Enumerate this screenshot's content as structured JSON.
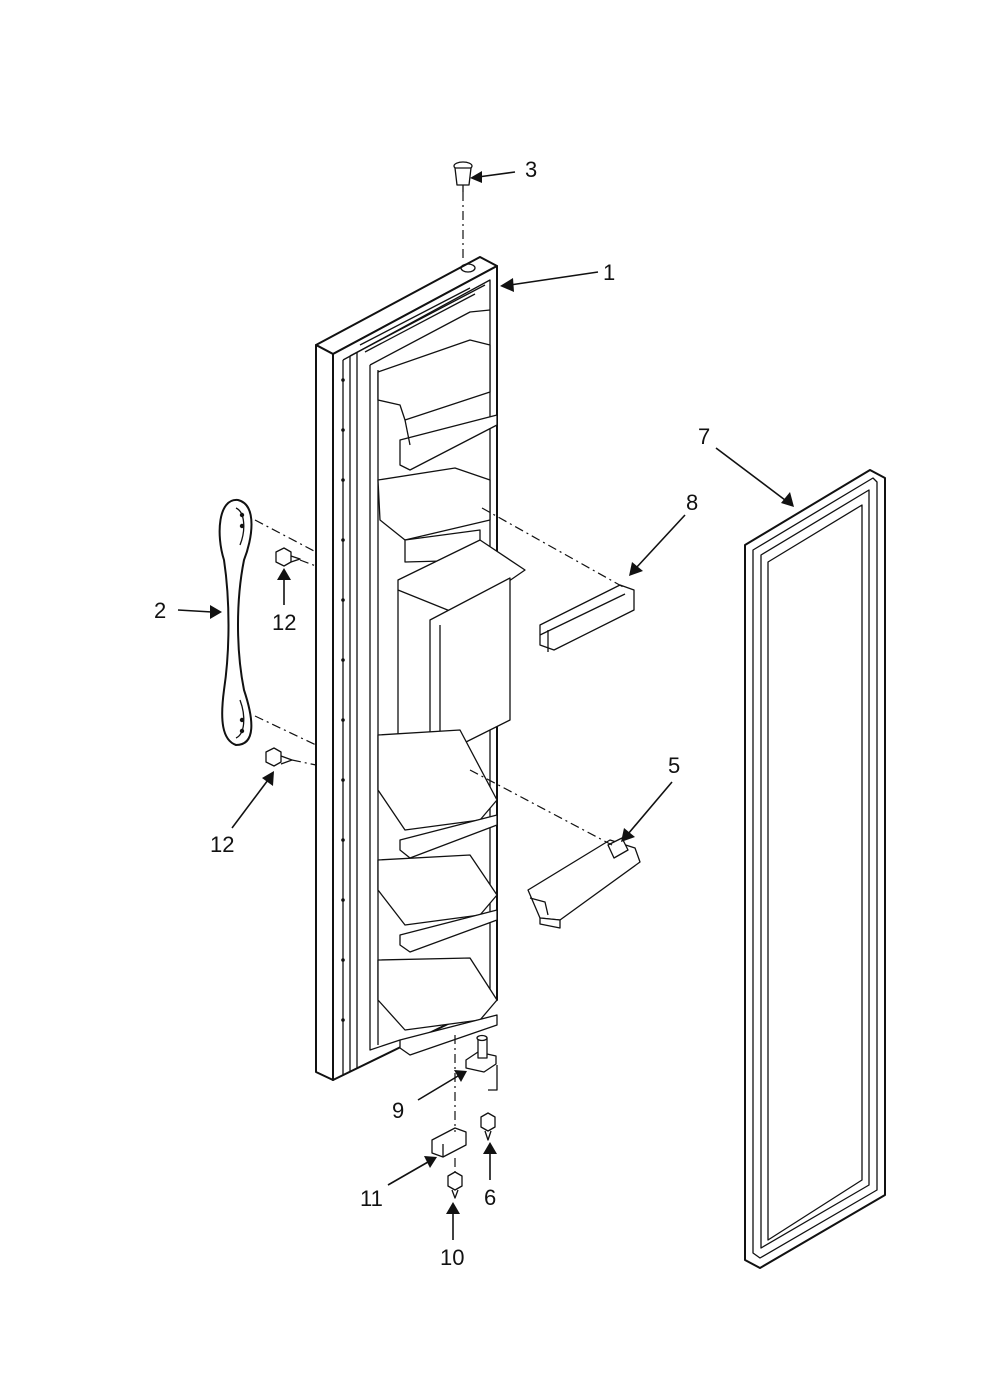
{
  "diagram": {
    "callouts": [
      {
        "id": "c1",
        "text": "1"
      },
      {
        "id": "c2",
        "text": "2"
      },
      {
        "id": "c3",
        "text": "3"
      },
      {
        "id": "c5",
        "text": "5"
      },
      {
        "id": "c6",
        "text": "6"
      },
      {
        "id": "c7",
        "text": "7"
      },
      {
        "id": "c8",
        "text": "8"
      },
      {
        "id": "c9",
        "text": "9"
      },
      {
        "id": "c10",
        "text": "10"
      },
      {
        "id": "c11",
        "text": "11"
      },
      {
        "id": "c12a",
        "text": "12"
      },
      {
        "id": "c12b",
        "text": "12"
      }
    ]
  }
}
